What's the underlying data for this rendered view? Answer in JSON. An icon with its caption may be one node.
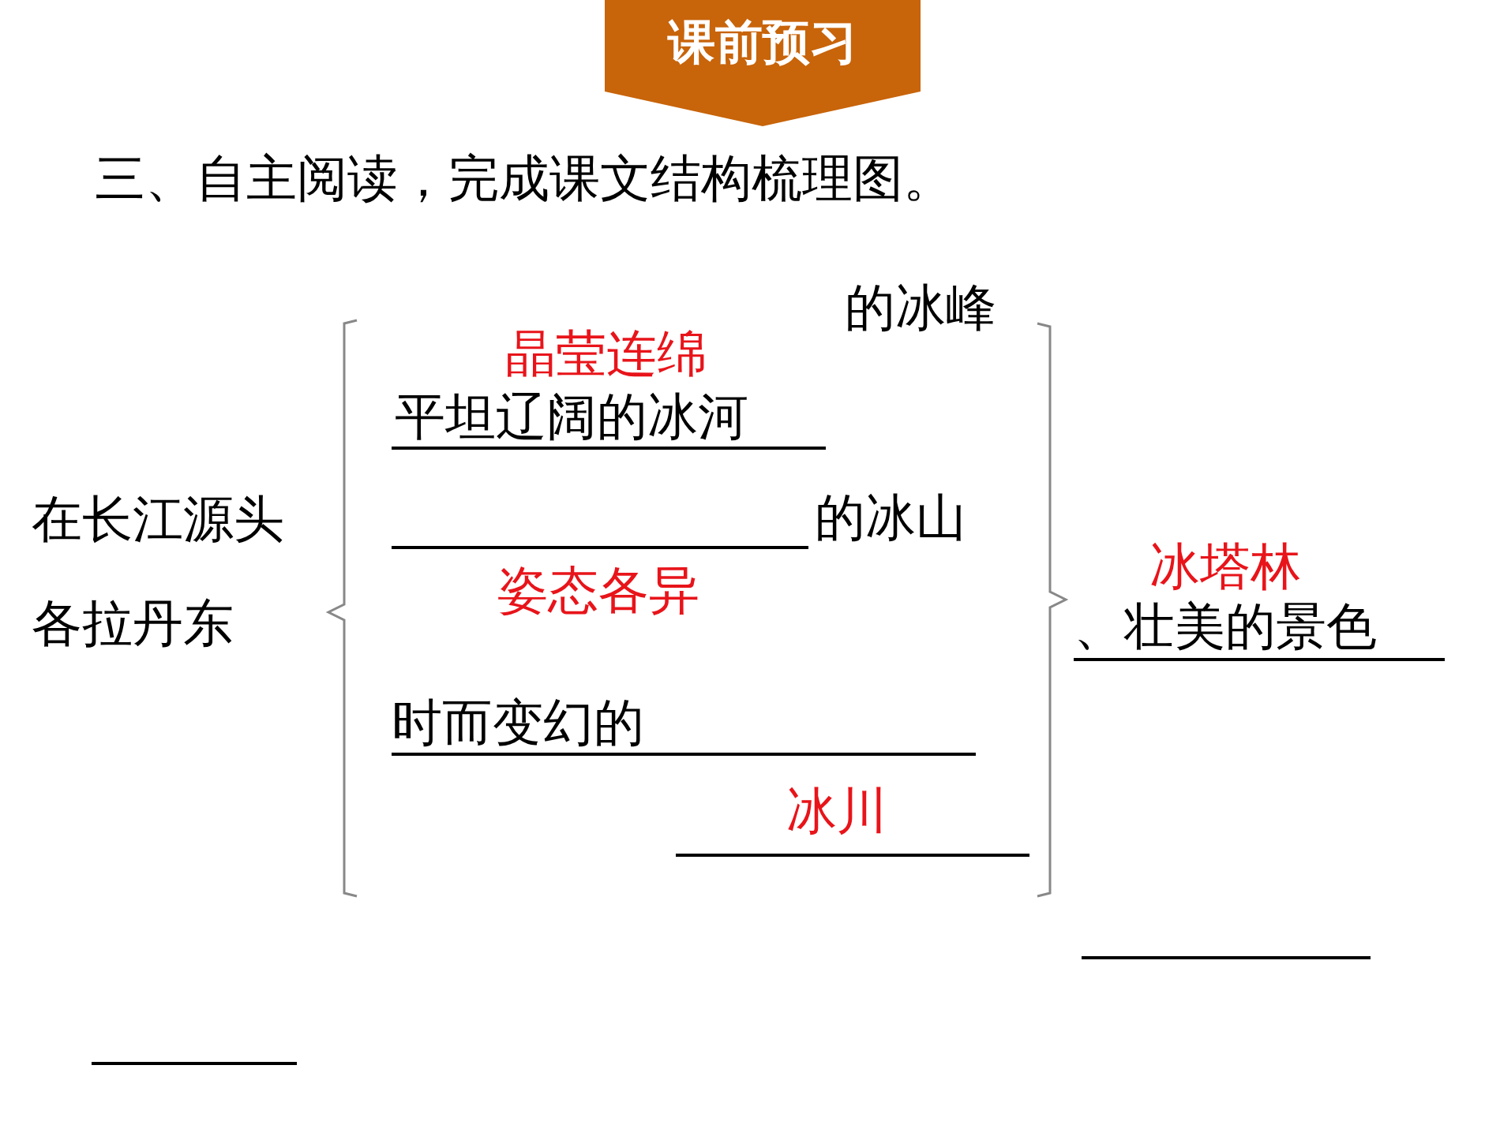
{
  "diagram": {
    "title": "三、自主阅读，完成课文结构梳理图。",
    "nodes": [
      {
        "text": [
          "课前预习"
        ]
      }
    ],
    "labels": [
      "的冰峰",
      "晶莹连绵",
      "平坦辽阔的冰河",
      "的冰山",
      "在长江源头",
      "冰塔林",
      "姿态各异",
      "各拉丹东",
      "、壮美的景色",
      "时而变幻的",
      "冰川"
    ]
  }
}
